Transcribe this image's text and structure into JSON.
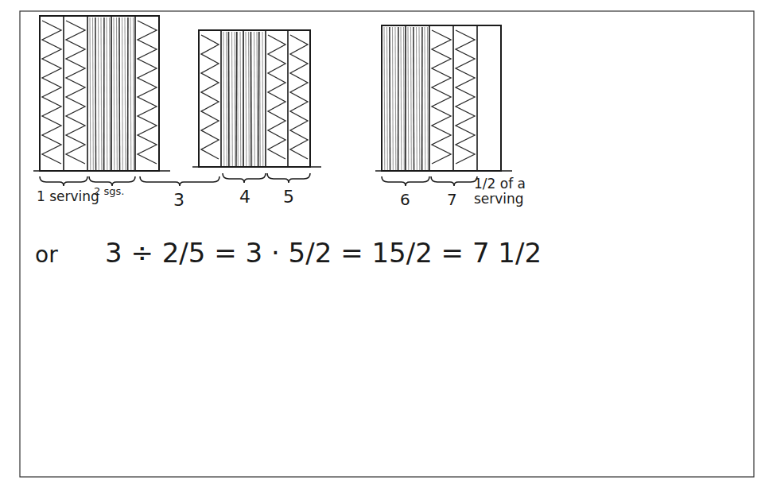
{
  "diagram": {
    "labels": [
      "1 serving",
      "2 sgs.",
      "3",
      "4",
      "5",
      "6",
      "7",
      "1/2 of a serving",
      "or",
      "3 ÷ 2/5 = 3 · 5/2 = 15/2 = 7 1/2"
    ]
  }
}
